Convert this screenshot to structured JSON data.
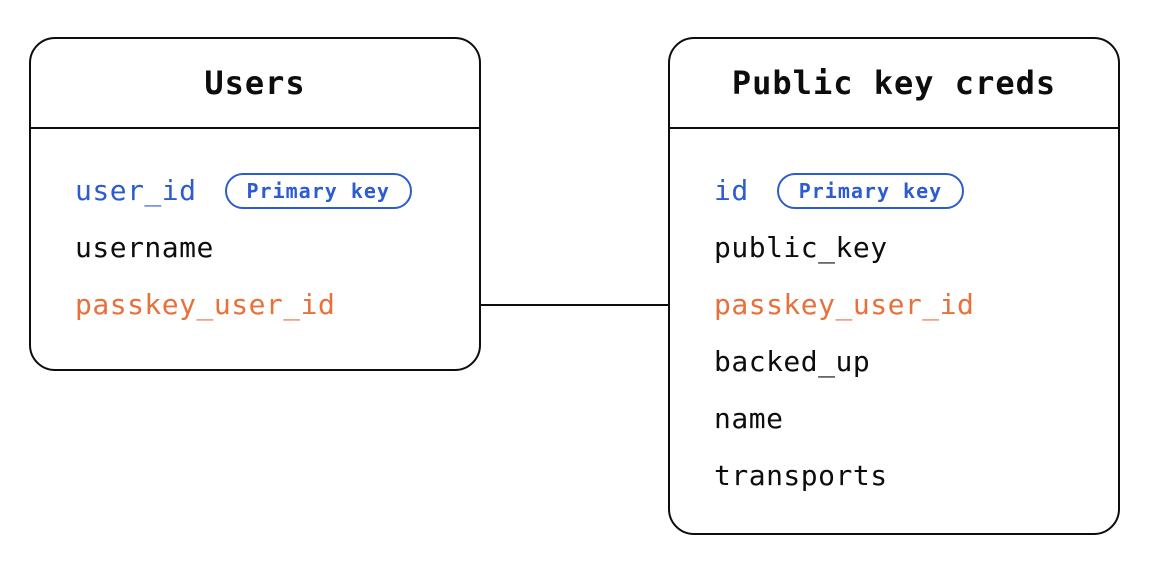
{
  "diagram": {
    "kind": "entity-relationship",
    "colors": {
      "accent_blue": "#2d5bd1",
      "accent_orange": "#e8703a",
      "ink": "#0d0d0d",
      "background": "#ffffff"
    },
    "tables": [
      {
        "title": "Users",
        "fields": [
          {
            "name": "user_id",
            "color": "blue",
            "badge": "Primary key"
          },
          {
            "name": "username",
            "color": "black"
          },
          {
            "name": "passkey_user_id",
            "color": "orange"
          }
        ]
      },
      {
        "title": "Public key creds",
        "fields": [
          {
            "name": "id",
            "color": "blue",
            "badge": "Primary key"
          },
          {
            "name": "public_key",
            "color": "black"
          },
          {
            "name": "passkey_user_id",
            "color": "orange"
          },
          {
            "name": "backed_up",
            "color": "black"
          },
          {
            "name": "name",
            "color": "black"
          },
          {
            "name": "transports",
            "color": "black"
          }
        ]
      }
    ],
    "relationship": {
      "from": "Users.passkey_user_id",
      "to": "Public key creds.passkey_user_id"
    }
  }
}
